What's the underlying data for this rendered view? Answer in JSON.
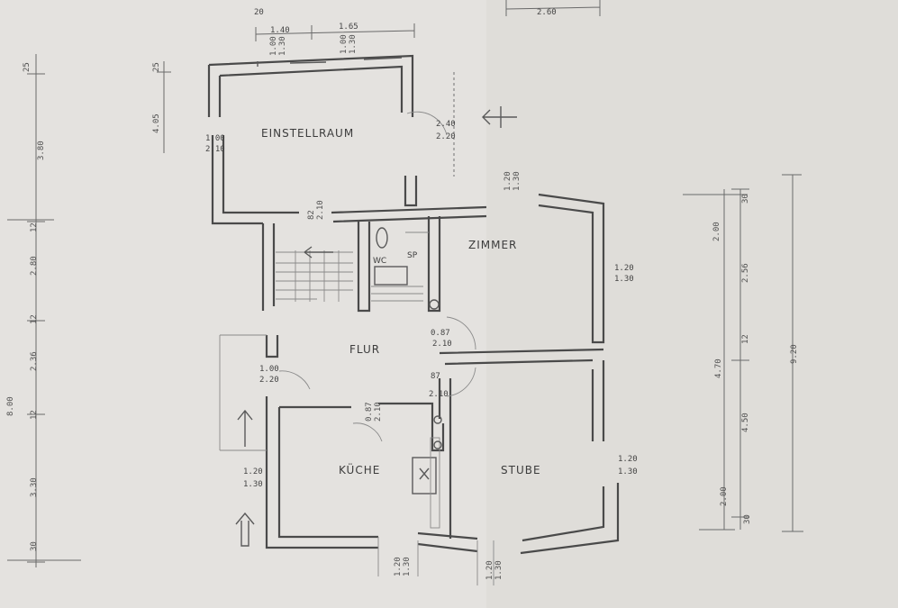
{
  "rooms": {
    "einstellraum": "EINSTELLRAUM",
    "zimmer": "ZIMMER",
    "flur": "FLUR",
    "kueche": "KÜCHE",
    "stube": "STUBE",
    "wc": "WC",
    "sp": "SP"
  },
  "dimensions": {
    "top_20": "20",
    "top_140": "1.40",
    "top_165": "1.65",
    "top_260": "2.60",
    "win_top_a": "1.00",
    "win_top_a2": "1.30",
    "win_top_b": "1.00",
    "win_top_b2": "1.30",
    "left_25a": "25",
    "left_25b": "25",
    "left_380": "3.80",
    "left_405": "4.05",
    "left_12a": "12",
    "left_280": "2.80",
    "left_12b": "12",
    "left_236": "2.36",
    "left_800": "8.00",
    "left_12c": "12",
    "left_330": "3.30",
    "left_30": "30",
    "einst_left_a": "1.00",
    "einst_left_b": "2.10",
    "einst_right_a": "2.40",
    "einst_right_b": "2.20",
    "zimmer_top_a": "1.20",
    "zimmer_top_b": "1.30",
    "stair_a": "82",
    "stair_b": "2.10",
    "zimmer_win_a": "1.20",
    "zimmer_win_b": "1.30",
    "flur_door_a": "0.87",
    "flur_door_b": "2.10",
    "flur_door2_a": "87",
    "flur_door2_b": "2.10",
    "flur_left_a": "1.00",
    "flur_left_b": "2.20",
    "kueche_door_a": "0.87",
    "kueche_door_b": "2.10",
    "kueche_left_a": "1.20",
    "kueche_left_b": "1.30",
    "stube_win_a": "1.20",
    "stube_win_b": "1.30",
    "bottom_a1": "1.20",
    "bottom_a2": "1.30",
    "bottom_b1": "1.20",
    "bottom_b2": "1.30",
    "right_30a": "30",
    "right_200a": "2.00",
    "right_256": "2.56",
    "right_12": "12",
    "right_470": "4.70",
    "right_450": "4.50",
    "right_920": "9.20",
    "right_200b": "2.00",
    "right_30b": "30"
  }
}
